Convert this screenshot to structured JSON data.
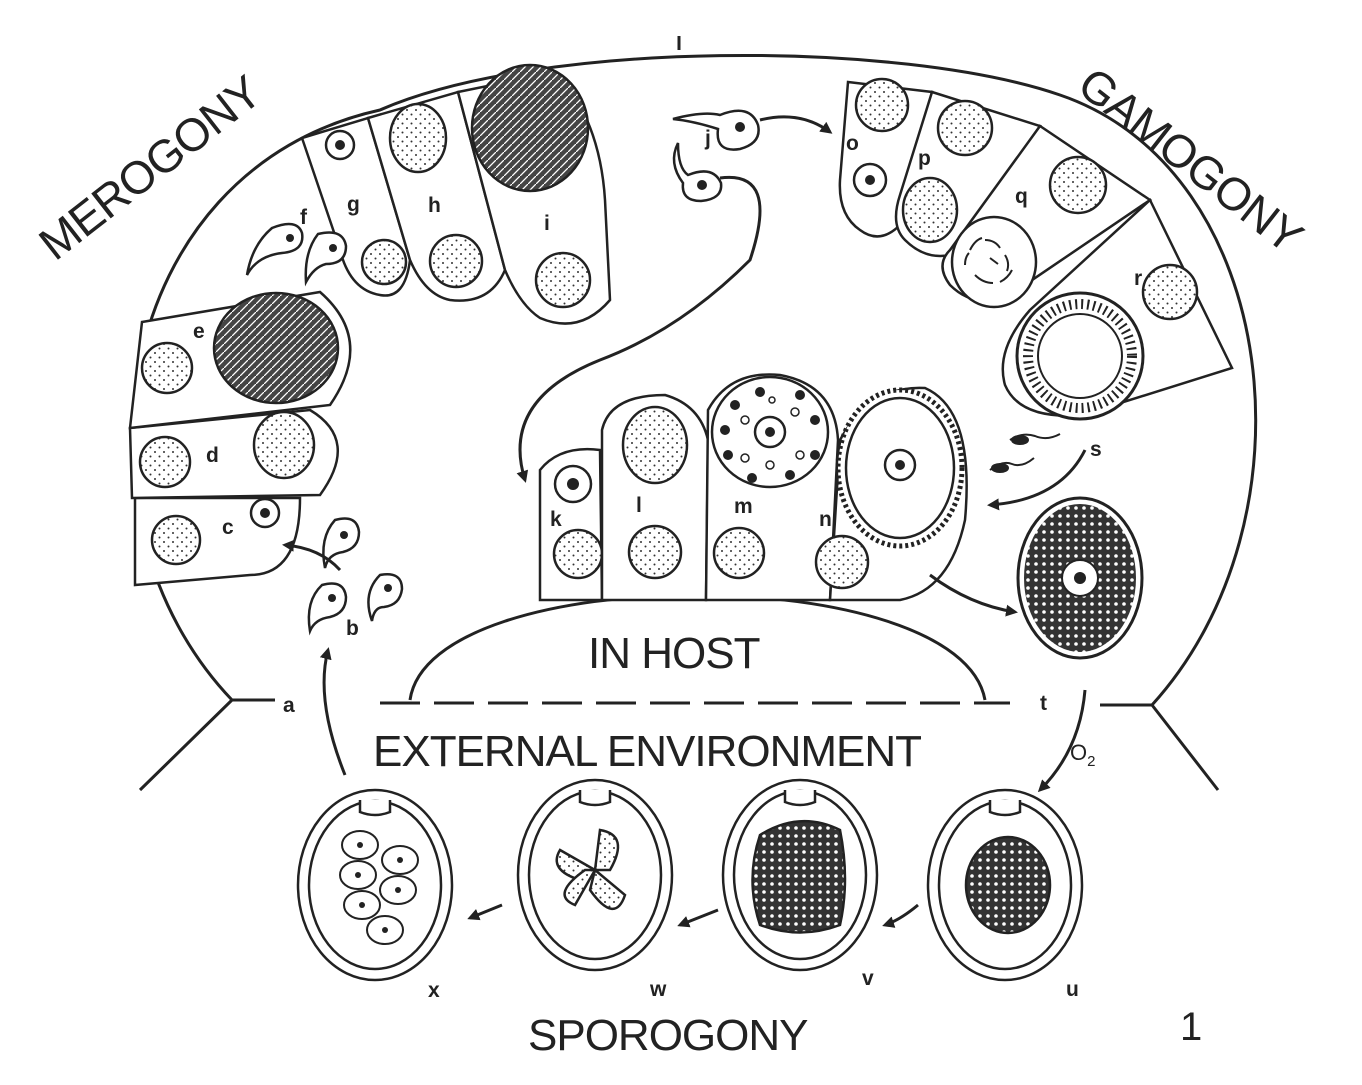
{
  "labels": {
    "merogony": "MEROGONY",
    "gamogony": "GAMOGONY",
    "sporogony": "SPOROGONY",
    "in_host": "IN HOST",
    "external_environment": "EXTERNAL ENVIRONMENT",
    "oxygen_main": "O",
    "oxygen_sub": "2",
    "figure_number": "1"
  },
  "stage_letters": {
    "a": "a",
    "b": "b",
    "c": "c",
    "d": "d",
    "e": "e",
    "f": "f",
    "g": "g",
    "h": "h",
    "i": "i",
    "j": "j",
    "k": "k",
    "l": "l",
    "m": "m",
    "n": "n",
    "o": "o",
    "p": "p",
    "q": "q",
    "r": "r",
    "s": "s",
    "t": "t",
    "u": "u",
    "v": "v",
    "w": "w",
    "x": "x"
  },
  "colors": {
    "ink": "#222222",
    "background": "#ffffff"
  }
}
